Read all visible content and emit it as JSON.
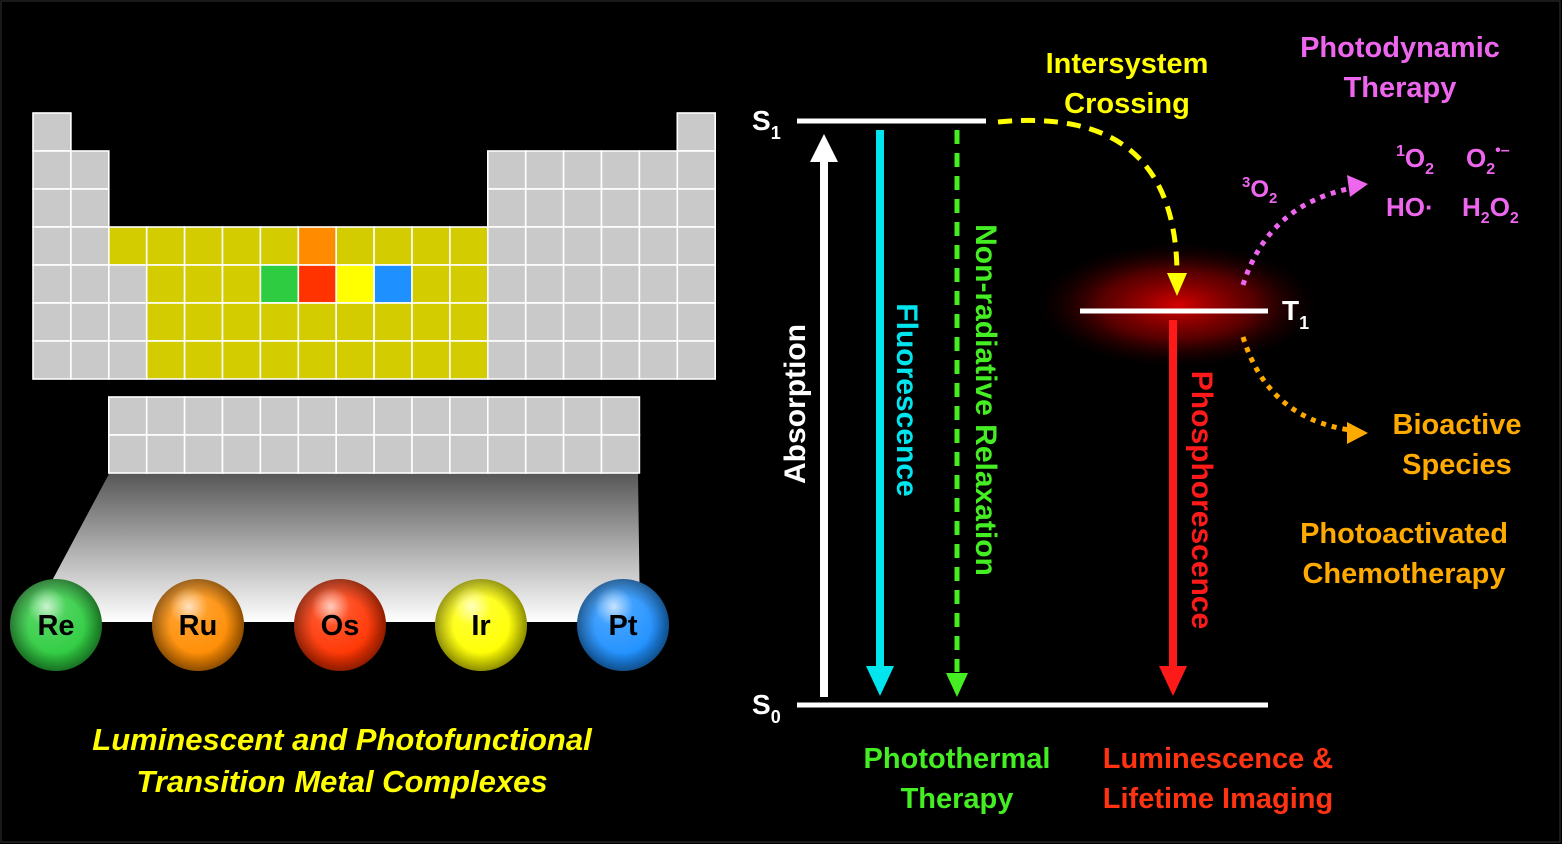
{
  "periodic_table": {
    "highlighted_elements": [
      {
        "symbol": "Re",
        "color": "#2ecc40"
      },
      {
        "symbol": "Ru",
        "color": "#ff8c00"
      },
      {
        "symbol": "Os",
        "color": "#ff3300"
      },
      {
        "symbol": "Ir",
        "color": "#ffff00"
      },
      {
        "symbol": "Pt",
        "color": "#1e90ff"
      }
    ]
  },
  "caption": {
    "line1": "Luminescent and Photofunctional",
    "line2": "Transition Metal Complexes"
  },
  "energy_diagram": {
    "levels": {
      "s1": "S",
      "s1_sub": "1",
      "s0": "S",
      "s0_sub": "0",
      "t1": "T",
      "t1_sub": "1"
    },
    "transitions": {
      "absorption": "Absorption",
      "fluorescence": "Fluorescence",
      "nonradiative": "Non-radiative Relaxation",
      "phosphorescence": "Phosphorescence",
      "isc_line1": "Intersystem",
      "isc_line2": "Crossing"
    },
    "applications": {
      "pdt_line1": "Photodynamic",
      "pdt_line2": "Therapy",
      "bioactive_line1": "Bioactive",
      "bioactive_line2": "Species",
      "pact_line1": "Photoactivated",
      "pact_line2": "Chemotherapy",
      "ptt_line1": "Photothermal",
      "ptt_line2": "Therapy",
      "imaging_line1": "Luminescence &",
      "imaging_line2": "Lifetime Imaging"
    },
    "ros": {
      "o2_triplet_sup": "3",
      "o2_triplet_base": "O",
      "o2_triplet_sub": "2",
      "singlet_sup": "1",
      "singlet_base": "O",
      "singlet_sub": "2",
      "superoxide_base": "O",
      "superoxide_sub": "2",
      "superoxide_sup": "•–",
      "hydroxyl": "HO·",
      "peroxide_h": "H",
      "peroxide_sub1": "2",
      "peroxide_o": "O",
      "peroxide_sub2": "2"
    },
    "colors": {
      "absorption": "#ffffff",
      "fluorescence": "#00e5ee",
      "nonradiative": "#44ee22",
      "phosphorescence": "#ff1a1a",
      "isc": "#ffff00",
      "pdt": "#ee66ee",
      "bioactive": "#ffaa00",
      "ptt": "#44ee22",
      "imaging": "#ff3311",
      "caption": "#ffff00"
    }
  }
}
